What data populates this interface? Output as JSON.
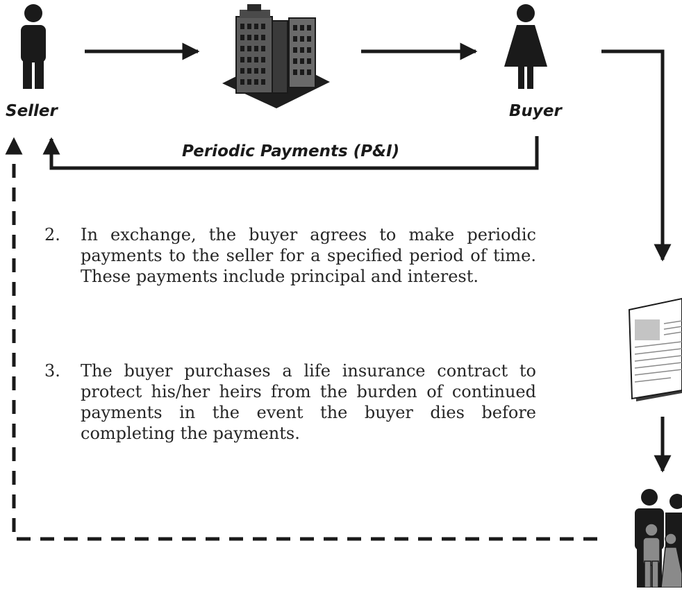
{
  "labels": {
    "seller": "Seller",
    "buyer": "Buyer",
    "payments": "Periodic Payments (P&I)"
  },
  "steps": [
    {
      "number": "2.",
      "text": "In exchange, the buyer agrees to make periodic payments to the seller for a specified period of time. These payments include principal and interest."
    },
    {
      "number": "3.",
      "text": "The buyer purchases a life insurance contract to protect his/her heirs from the burden of continued payments in the event the buyer dies before completing the payments."
    }
  ],
  "icons": [
    "seller-person-icon",
    "building-icon",
    "buyer-person-icon",
    "insurance-contract-icon",
    "heirs-family-icon"
  ],
  "colors": {
    "ink": "#1a1a1a",
    "building_gray": "#5a5a5a",
    "family_gray": "#8a8a8a"
  }
}
